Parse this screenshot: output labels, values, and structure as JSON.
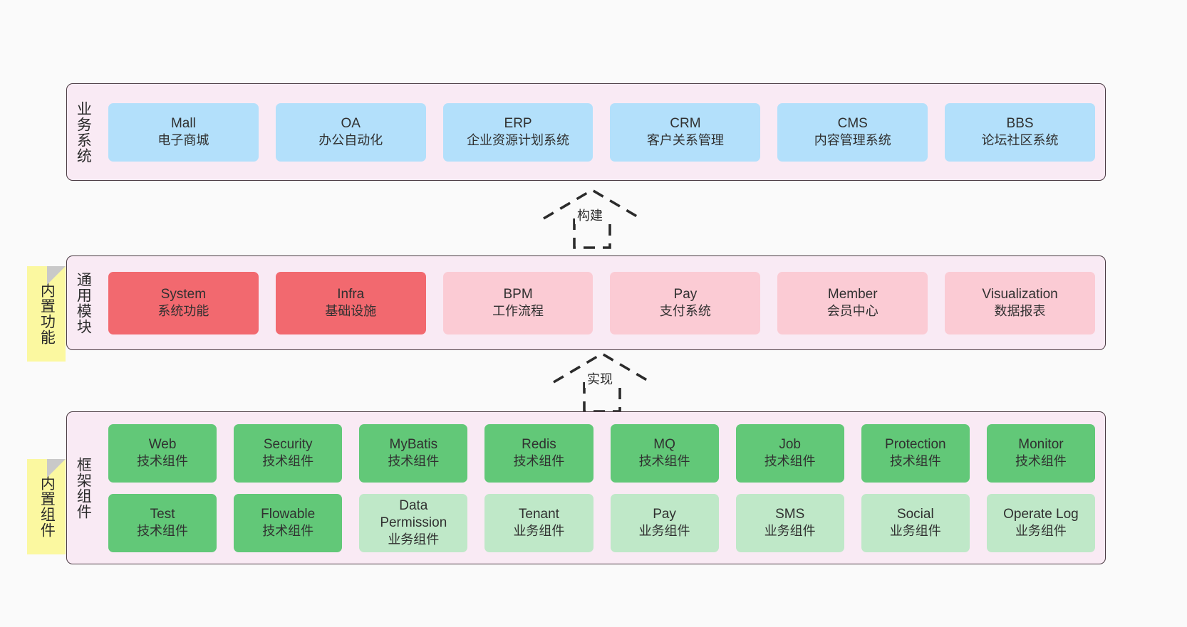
{
  "diagram": {
    "background_color": "#fafafa",
    "section_fill": "#f9eaf4",
    "section_border": "#4a3a42",
    "sticky_color": "#fbf8a0",
    "colors": {
      "blue": "#b3e0fb",
      "red": "#f2696f",
      "pink": "#fbcbd4",
      "green": "#62c878",
      "light_green": "#bfe8c8"
    }
  },
  "sections": {
    "business": {
      "label": "业务系统",
      "cards": [
        {
          "en": "Mall",
          "cn": "电子商城",
          "color": "blue"
        },
        {
          "en": "OA",
          "cn": "办公自动化",
          "color": "blue"
        },
        {
          "en": "ERP",
          "cn": "企业资源计划系统",
          "color": "blue"
        },
        {
          "en": "CRM",
          "cn": "客户关系管理",
          "color": "blue"
        },
        {
          "en": "CMS",
          "cn": "内容管理系统",
          "color": "blue"
        },
        {
          "en": "BBS",
          "cn": "论坛社区系统",
          "color": "blue"
        }
      ]
    },
    "modules": {
      "label": "通用模块",
      "sticky": "内置功能",
      "cards": [
        {
          "en": "System",
          "cn": "系统功能",
          "color": "red"
        },
        {
          "en": "Infra",
          "cn": "基础设施",
          "color": "red"
        },
        {
          "en": "BPM",
          "cn": "工作流程",
          "color": "pink"
        },
        {
          "en": "Pay",
          "cn": "支付系统",
          "color": "pink"
        },
        {
          "en": "Member",
          "cn": "会员中心",
          "color": "pink"
        },
        {
          "en": "Visualization",
          "cn": "数据报表",
          "color": "pink"
        }
      ]
    },
    "framework": {
      "label": "框架组件",
      "sticky": "内置组件",
      "row1": [
        {
          "en": "Web",
          "cn": "技术组件",
          "color": "green"
        },
        {
          "en": "Security",
          "cn": "技术组件",
          "color": "green"
        },
        {
          "en": "MyBatis",
          "cn": "技术组件",
          "color": "green"
        },
        {
          "en": "Redis",
          "cn": "技术组件",
          "color": "green"
        },
        {
          "en": "MQ",
          "cn": "技术组件",
          "color": "green"
        },
        {
          "en": "Job",
          "cn": "技术组件",
          "color": "green"
        },
        {
          "en": "Protection",
          "cn": "技术组件",
          "color": "green"
        },
        {
          "en": "Monitor",
          "cn": "技术组件",
          "color": "green"
        }
      ],
      "row2": [
        {
          "en": "Test",
          "cn": "技术组件",
          "color": "green"
        },
        {
          "en": "Flowable",
          "cn": "技术组件",
          "color": "green"
        },
        {
          "en": "Data Permission",
          "cn": "业务组件",
          "color": "light_green"
        },
        {
          "en": "Tenant",
          "cn": "业务组件",
          "color": "light_green"
        },
        {
          "en": "Pay",
          "cn": "业务组件",
          "color": "light_green"
        },
        {
          "en": "SMS",
          "cn": "业务组件",
          "color": "light_green"
        },
        {
          "en": "Social",
          "cn": "业务组件",
          "color": "light_green"
        },
        {
          "en": "Operate Log",
          "cn": "业务组件",
          "color": "light_green"
        }
      ]
    }
  },
  "connectors": [
    {
      "label": "构建",
      "from": "modules",
      "to": "business"
    },
    {
      "label": "实现",
      "from": "framework",
      "to": "modules"
    }
  ]
}
